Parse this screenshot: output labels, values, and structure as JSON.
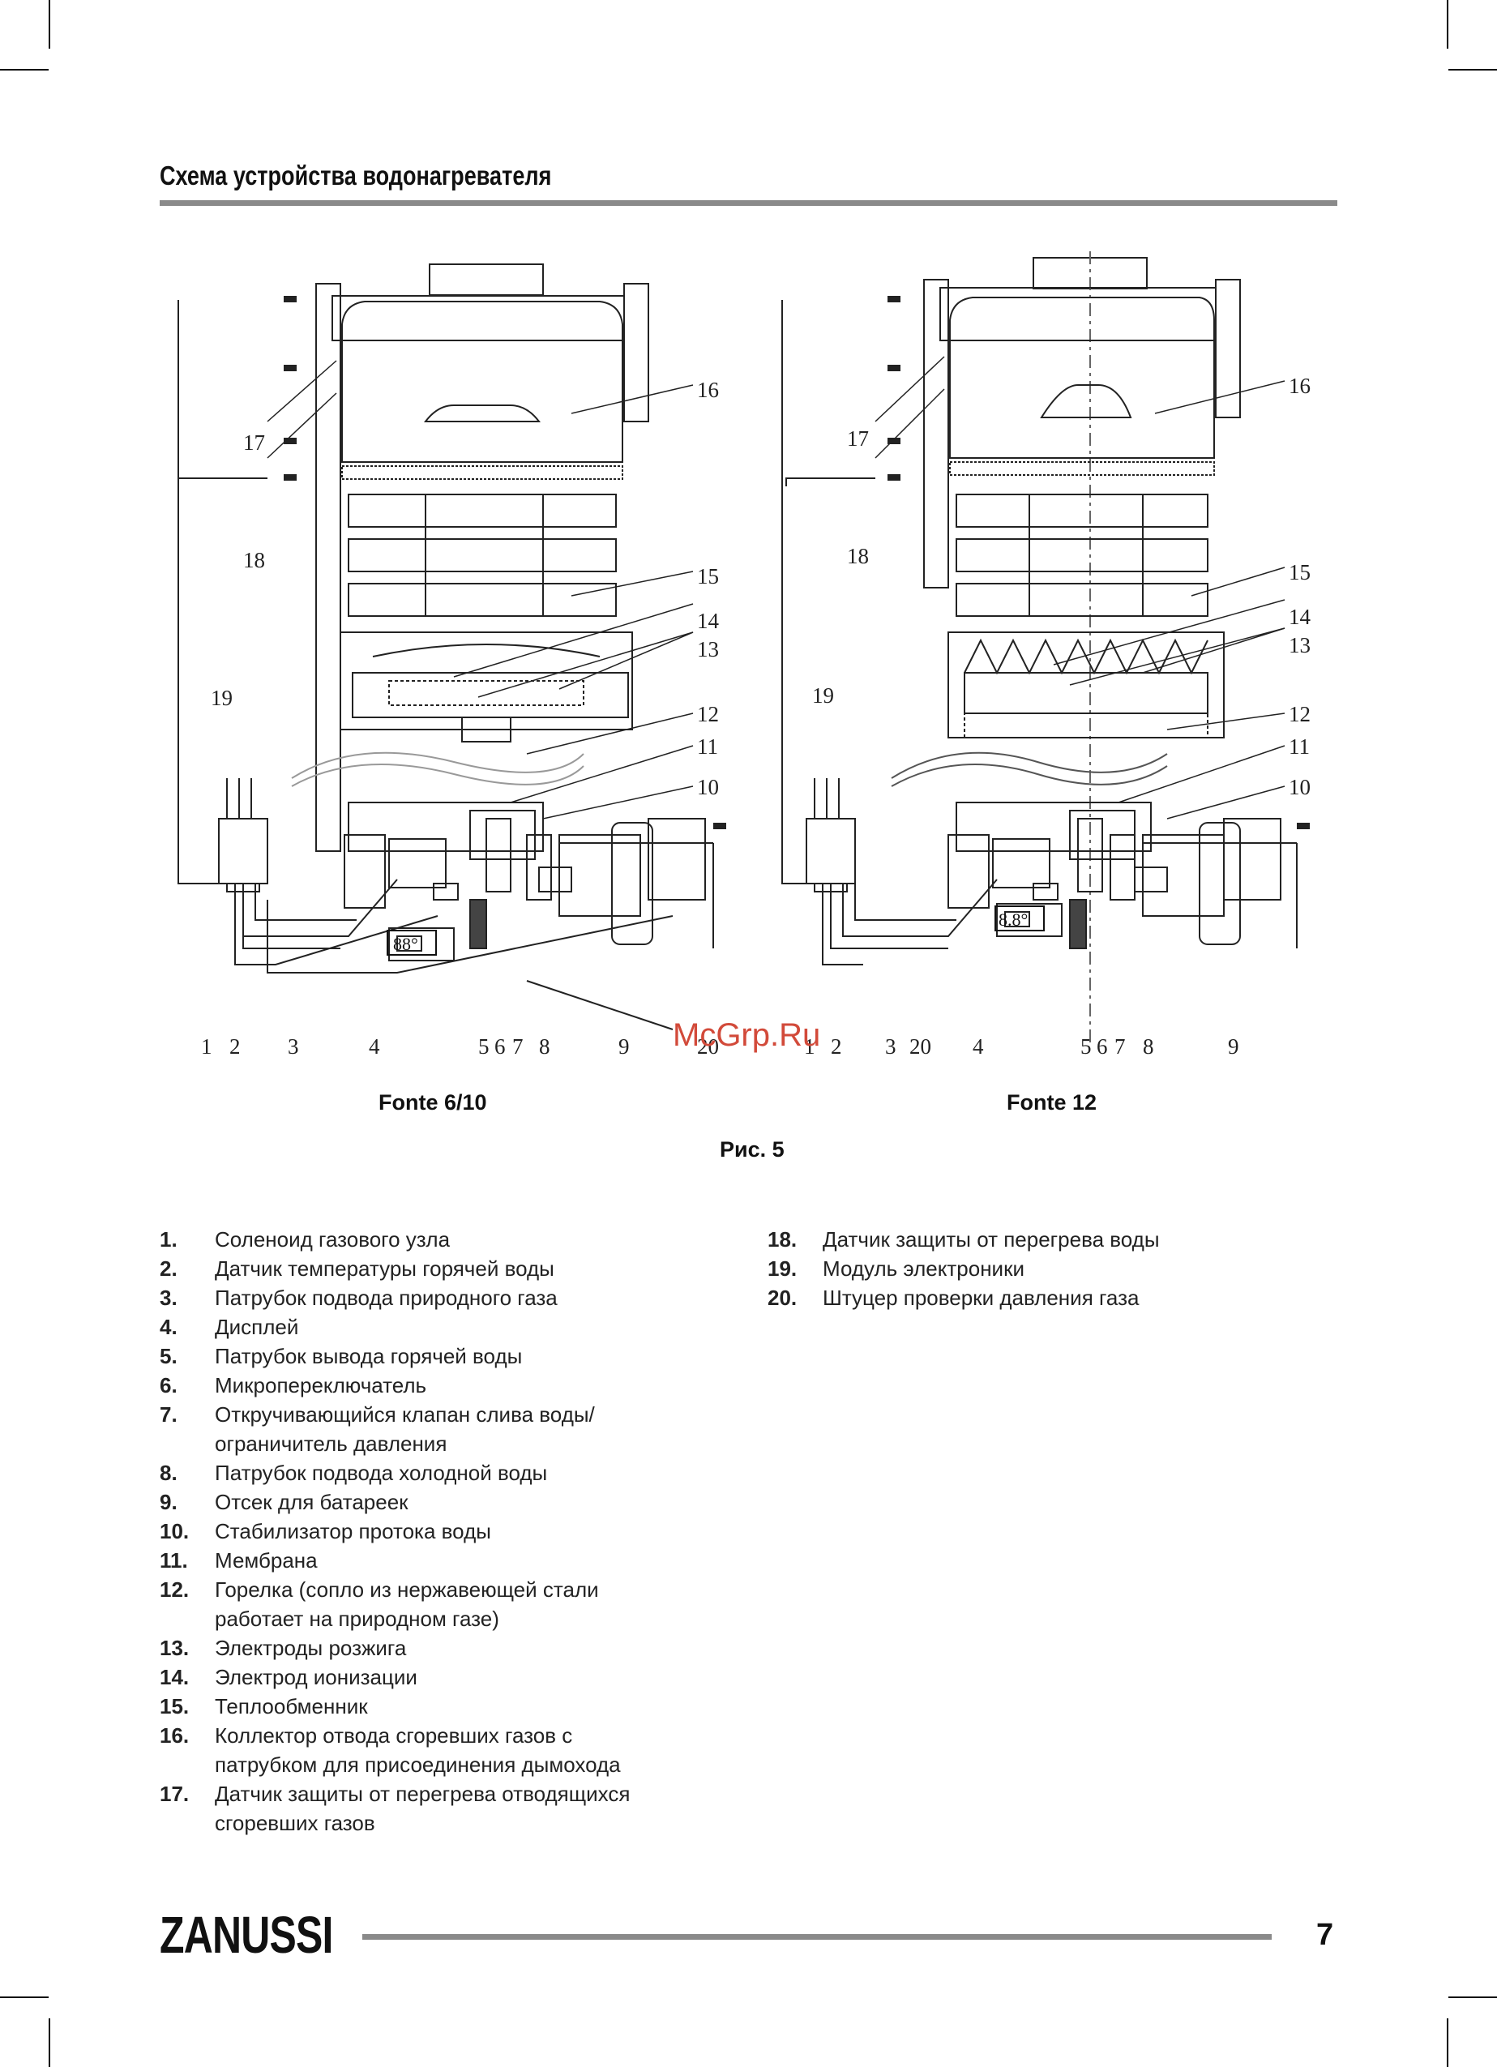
{
  "header": {
    "title": "Схема устройства водонагревателя"
  },
  "figure": {
    "left_caption": "Fonte 6/10",
    "right_caption": "Fonte 12",
    "figure_caption": "Рис. 5",
    "watermark": "McGrp.Ru",
    "left_callouts": [
      "1",
      "2",
      "3",
      "4",
      "5",
      "6",
      "7",
      "8",
      "9",
      "10",
      "11",
      "12",
      "13",
      "14",
      "15",
      "16",
      "17",
      "18",
      "19",
      "20"
    ],
    "right_callouts": [
      "1",
      "2",
      "3",
      "4",
      "5",
      "6",
      "7",
      "8",
      "9",
      "10",
      "11",
      "12",
      "13",
      "14",
      "15",
      "16",
      "17",
      "18",
      "19",
      "20"
    ],
    "left_display": "88°",
    "right_display": "8.8°"
  },
  "legend": {
    "col1": [
      {
        "num": "1.",
        "text": "Соленоид газового узла"
      },
      {
        "num": "2.",
        "text": "Датчик температуры горячей воды"
      },
      {
        "num": "3.",
        "text": "Патрубок подвода природного газа"
      },
      {
        "num": "4.",
        "text": "Дисплей"
      },
      {
        "num": "5.",
        "text": "Патрубок вывода горячей воды"
      },
      {
        "num": "6.",
        "text": "Микропереключатель"
      },
      {
        "num": "7.",
        "text": "Откручивающийся клапан слива воды/\nограничитель давления"
      },
      {
        "num": "8.",
        "text": "Патрубок подвода холодной воды"
      },
      {
        "num": "9.",
        "text": "Отсек для батареек"
      },
      {
        "num": "10.",
        "text": "Стабилизатор протока воды"
      },
      {
        "num": "11.",
        "text": "Мембрана"
      },
      {
        "num": "12.",
        "text": "Горелка (сопло из нержавеющей стали\nработает на природном газе)"
      },
      {
        "num": "13.",
        "text": "Электроды розжига"
      },
      {
        "num": "14.",
        "text": "Электрод ионизации"
      },
      {
        "num": "15.",
        "text": "Теплообменник"
      },
      {
        "num": "16.",
        "text": "Коллектор отвода сгоревших газов с\nпатрубком для присоединения дымохода"
      },
      {
        "num": "17.",
        "text": "Датчик защиты от перегрева отводящихся\nсгоревших газов"
      }
    ],
    "col2": [
      {
        "num": "18.",
        "text": "Датчик защиты от перегрева воды"
      },
      {
        "num": "19.",
        "text": "Модуль электроники"
      },
      {
        "num": "20.",
        "text": "Штуцер проверки давления газа"
      }
    ]
  },
  "footer": {
    "brand": "ZANUSSI",
    "page_number": "7"
  }
}
